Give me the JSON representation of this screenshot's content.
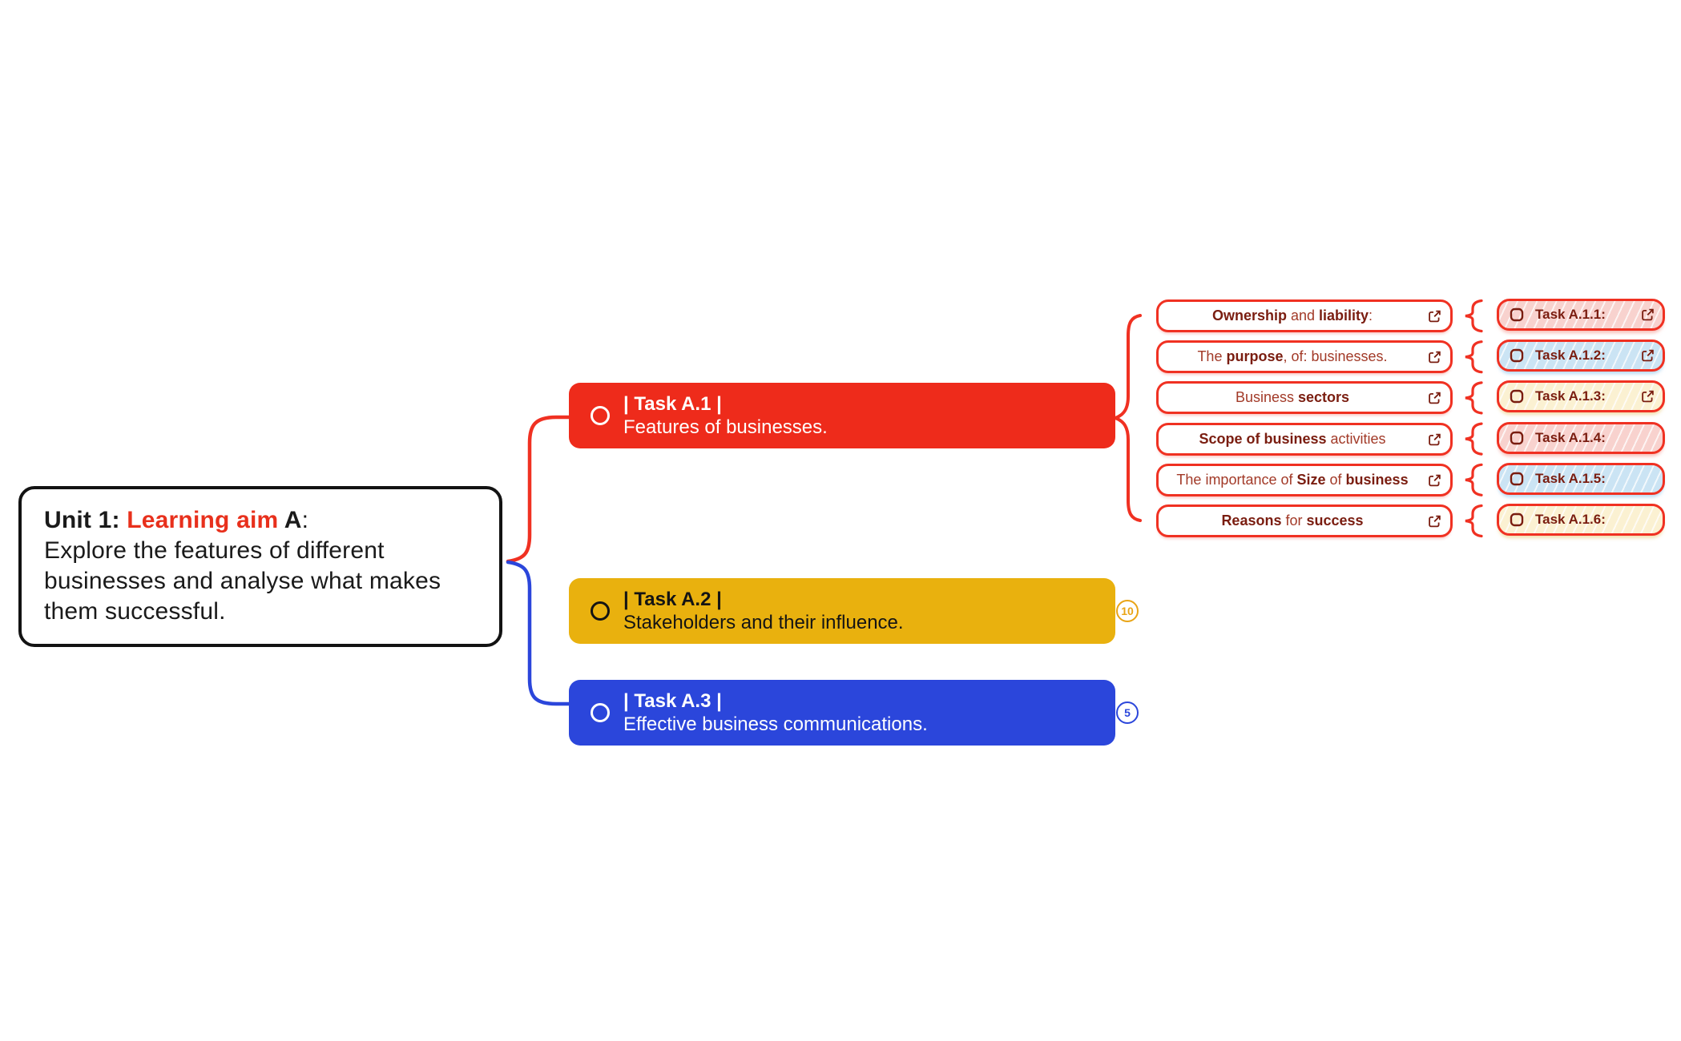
{
  "root": {
    "title_segments": [
      {
        "text": "Unit 1: ",
        "bold": true,
        "color": "#1a1a1a"
      },
      {
        "text": "Learning aim",
        "bold": true,
        "color": "#e8301c"
      },
      {
        "text": " A",
        "bold": true,
        "color": "#1a1a1a"
      },
      {
        "text": ":",
        "bold": false,
        "color": "#1a1a1a"
      }
    ],
    "body": "Explore the features of different businesses and analyse what makes them successful."
  },
  "nodes": [
    {
      "title": "| Task A.1 |",
      "subtitle": "Features of businesses.",
      "bg": "#ee2b1b",
      "text_color": "#ffffff",
      "badge": null,
      "badge_color": null
    },
    {
      "title": "| Task A.2 |",
      "subtitle": "Stakeholders and their influence.",
      "bg": "#e9b10e",
      "text_color": "#141414",
      "badge": "10",
      "badge_color": "#e9a415"
    },
    {
      "title": "| Task A.3 |",
      "subtitle": "Effective business communications.",
      "bg": "#2b46db",
      "text_color": "#ffffff",
      "badge": "5",
      "badge_color": "#2b46db"
    }
  ],
  "topics": [
    {
      "segments": [
        {
          "text": "Ownership",
          "bold": true
        },
        {
          "text": " and ",
          "bold": false
        },
        {
          "text": "liability",
          "bold": true
        },
        {
          "text": ":",
          "bold": false
        }
      ],
      "link_icon": true
    },
    {
      "segments": [
        {
          "text": "The ",
          "bold": false
        },
        {
          "text": "purpose",
          "bold": true
        },
        {
          "text": ", of: businesses.",
          "bold": false
        }
      ],
      "link_icon": true
    },
    {
      "segments": [
        {
          "text": "Business ",
          "bold": false
        },
        {
          "text": "sectors",
          "bold": true
        }
      ],
      "link_icon": true
    },
    {
      "segments": [
        {
          "text": "Scope of business",
          "bold": true
        },
        {
          "text": " activities",
          "bold": false
        }
      ],
      "link_icon": true
    },
    {
      "segments": [
        {
          "text": "The importance of ",
          "bold": false
        },
        {
          "text": "Size",
          "bold": true
        },
        {
          "text": " of ",
          "bold": false
        },
        {
          "text": "business",
          "bold": true
        }
      ],
      "link_icon": true
    },
    {
      "segments": [
        {
          "text": "Reasons",
          "bold": true
        },
        {
          "text": " for ",
          "bold": false
        },
        {
          "text": "success",
          "bold": true
        }
      ],
      "link_icon": true
    }
  ],
  "subtasks": [
    {
      "label": "Task A.1.1:",
      "bg": "pink",
      "checkbox": true,
      "link_icon": true
    },
    {
      "label": "Task A.1.2:",
      "bg": "blue",
      "checkbox": true,
      "link_icon": true
    },
    {
      "label": "Task A.1.3:",
      "bg": "cream",
      "checkbox": true,
      "link_icon": true
    },
    {
      "label": "Task A.1.4:",
      "bg": "pink",
      "checkbox": true,
      "link_icon": false
    },
    {
      "label": "Task A.1.5:",
      "bg": "blue",
      "checkbox": true,
      "link_icon": false
    },
    {
      "label": "Task A.1.6:",
      "bg": "cream",
      "checkbox": true,
      "link_icon": false
    }
  ],
  "colors": {
    "node_red": "#ee2b1b",
    "node_yellow": "#e9b10e",
    "node_blue": "#2b46db",
    "outline_red": "#f03122",
    "brace_red": "#f03122",
    "brace_blue": "#2b46db",
    "text_maroon_bold": "#7a1d10",
    "text_maroon_regular": "#a23a28",
    "root_border": "#131313",
    "accent_red_text": "#e8301c",
    "subtask_pink": "#f8d2ce",
    "subtask_blue": "#cbe4f4",
    "subtask_cream": "#fbf1d2"
  }
}
